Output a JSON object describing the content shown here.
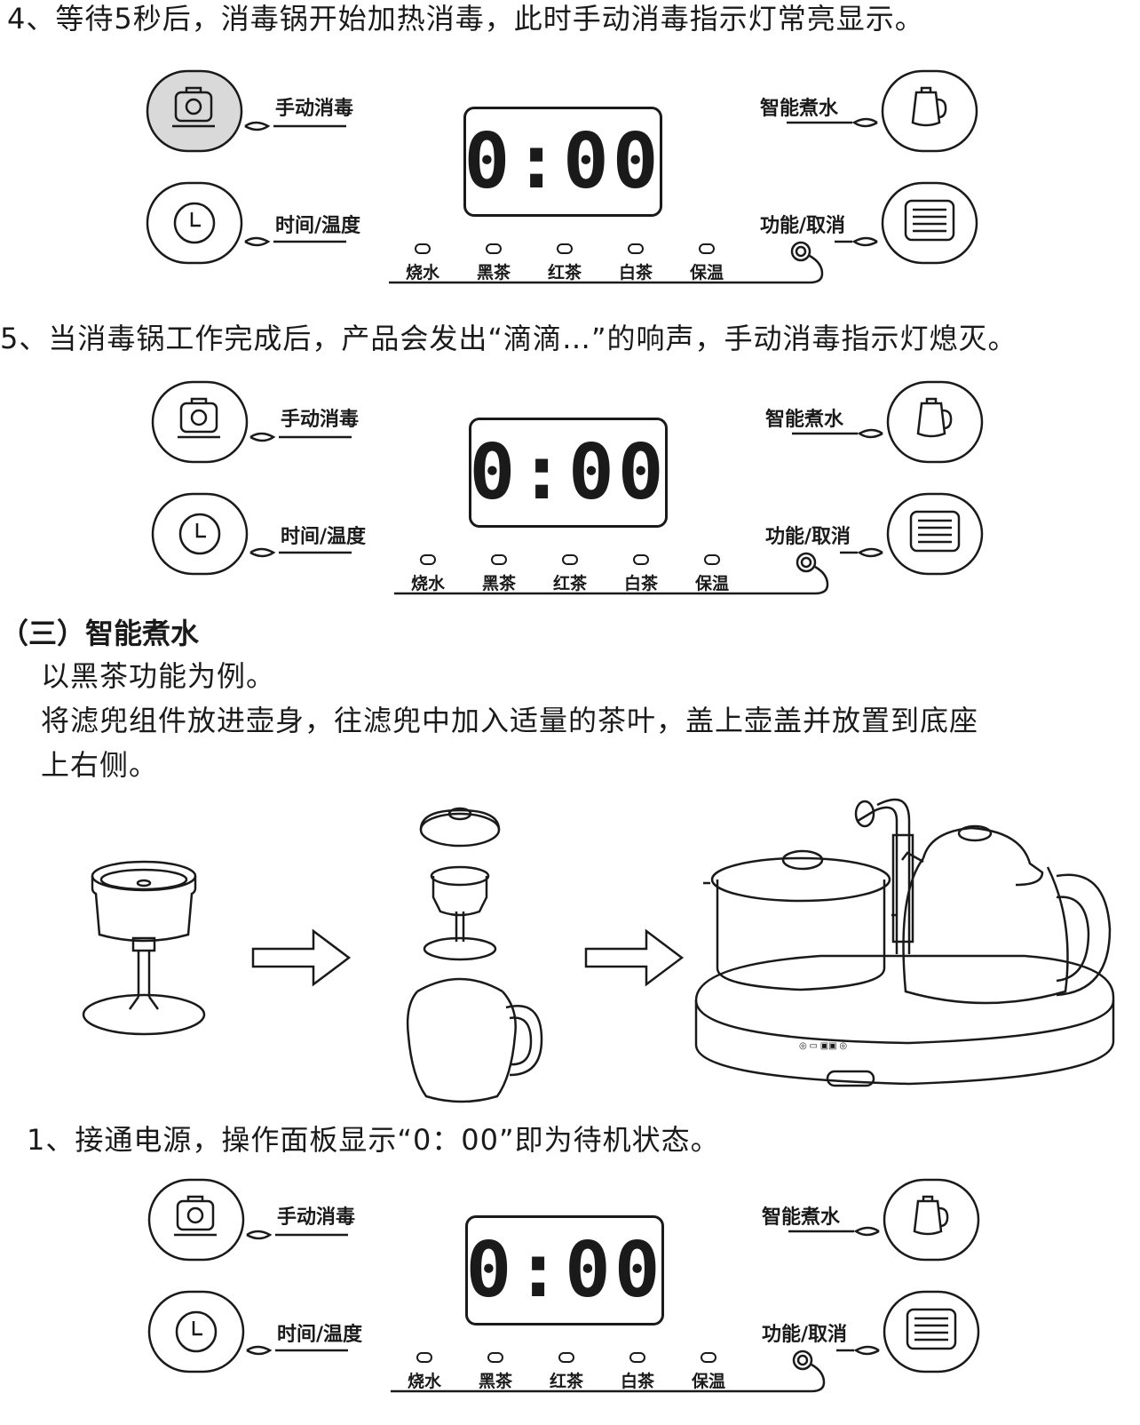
{
  "steps": {
    "step4": "4、等待5秒后，消毒锅开始加热消毒，此时手动消毒指示灯常亮显示。",
    "step5": "5、当消毒锅工作完成后，产品会发出“滴滴…”的响声，手动消毒指示灯熄灭。"
  },
  "section3": {
    "heading": "（三）智能煮水",
    "para1": "以黑茶功能为例。",
    "para2": "将滤兜组件放进壶身，往滤兜中加入适量的茶叶，盖上壶盖并放置到底座",
    "para3": "上右侧。",
    "step1": "1、接通电源，操作面板显示“0：00”即为待机状态。"
  },
  "panel": {
    "disinfect": "手动消毒",
    "time_temp": "时间/温度",
    "boil": "智能煮水",
    "func_cancel": "功能/取消",
    "display": "0:00",
    "modes": [
      "烧水",
      "黑茶",
      "红茶",
      "白茶",
      "保温"
    ]
  },
  "colors": {
    "highlight": "#d9d9d9",
    "ink": "#1a1a1a"
  }
}
